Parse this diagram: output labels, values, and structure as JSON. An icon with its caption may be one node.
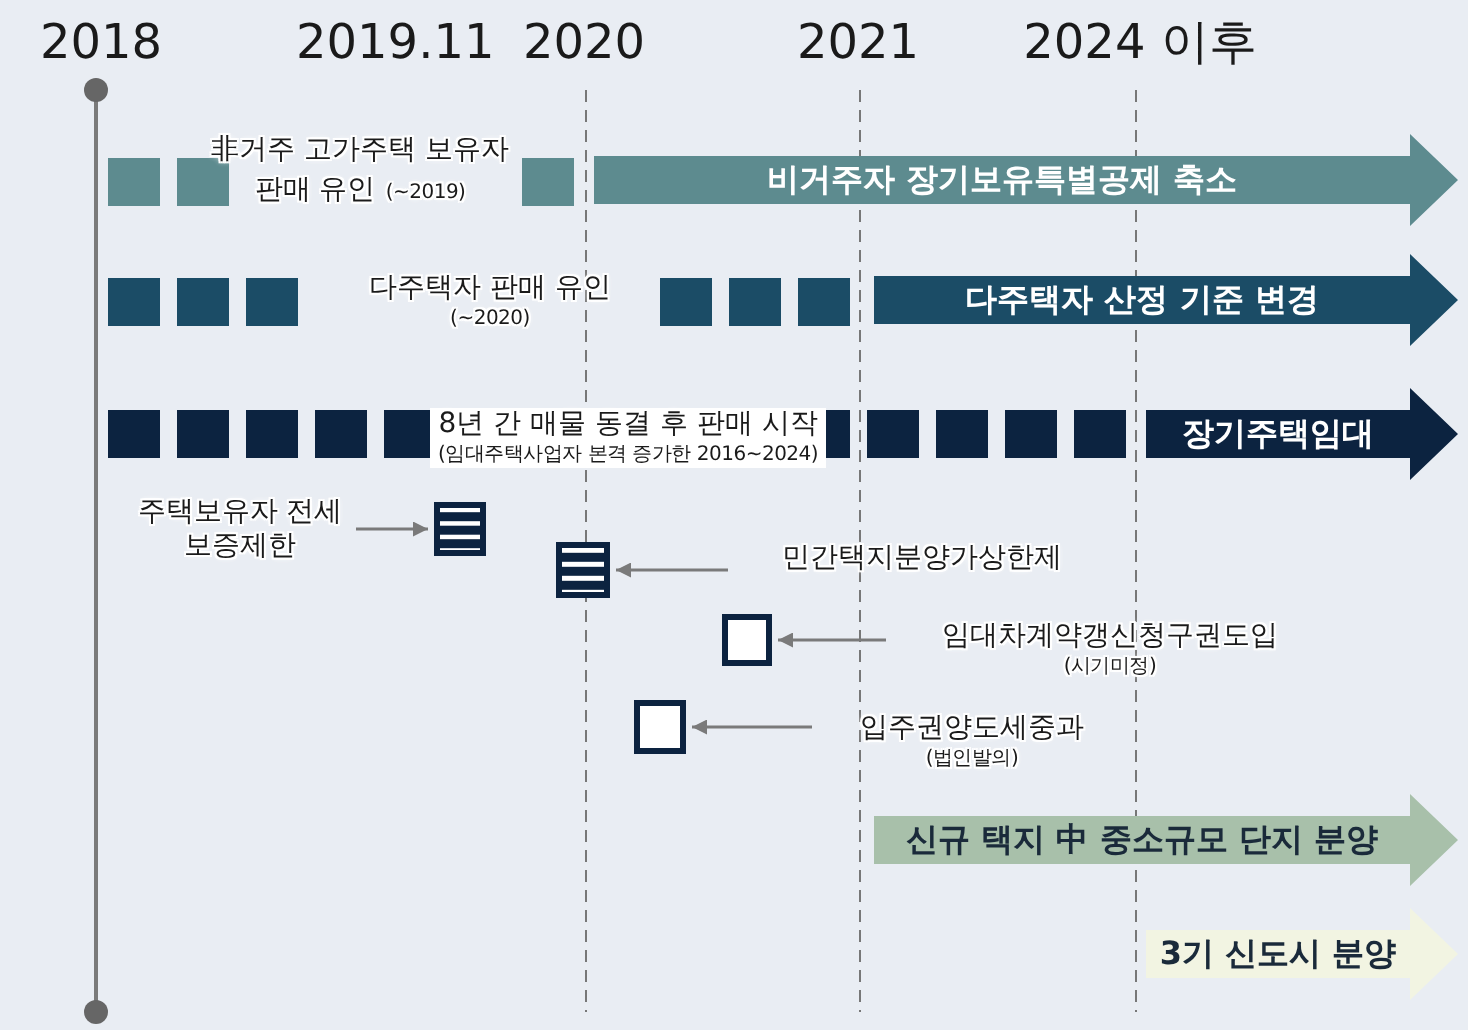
{
  "diagram": {
    "nodes": [
      {
        "text": [
          "非거주 고가주택 보유자 판매 유인",
          "(~2019)"
        ]
      },
      {
        "text": [
          "비거주자 장기보유특별공제 축소"
        ]
      },
      {
        "text": [
          "다주택자 판매 유인",
          "(~2020)"
        ]
      },
      {
        "text": [
          "다주택자 산정 기준 변경"
        ]
      },
      {
        "text": [
          "8년 간 매물 동결 후 판매 시작",
          "(임대주택사업자 본격 증가한 2016~2024)"
        ]
      },
      {
        "text": [
          "장기주택임대"
        ]
      },
      {
        "text": [
          "주택보유자 전세보증제한"
        ]
      },
      {
        "text": [],
        "shape": "box"
      },
      {
        "text": [],
        "shape": "box"
      },
      {
        "text": [
          "민간택지분양가상한제"
        ]
      },
      {
        "text": [],
        "shape": "box"
      },
      {
        "text": [
          "임대차계약갱신청구권도입",
          "(시기미정)"
        ]
      },
      {
        "text": [],
        "shape": "box"
      },
      {
        "text": [
          "입주권양도세중과",
          "(법인발의)"
        ]
      },
      {
        "text": [
          "신규 택지 中 중소규모 단지 분양"
        ]
      },
      {
        "text": [
          "3기 신도시 분양"
        ]
      }
    ],
    "edges": [
      {
        "from": 6,
        "to": 7,
        "arrow": "to"
      },
      {
        "from": 9,
        "to": 8,
        "arrow": "to"
      },
      {
        "from": 11,
        "to": 10,
        "arrow": "to"
      },
      {
        "from": 13,
        "to": 12,
        "arrow": "to"
      }
    ],
    "labels": [
      "2018",
      "2019.11",
      "2020",
      "2021",
      "2024 이후"
    ]
  }
}
